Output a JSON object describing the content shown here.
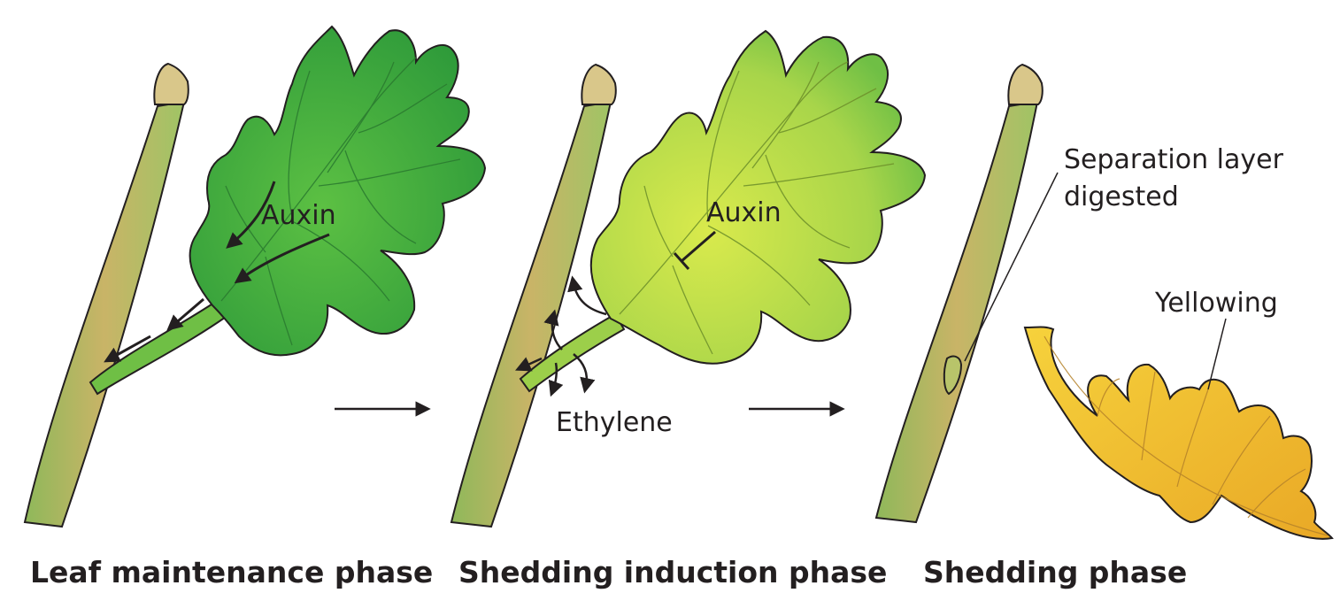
{
  "panels": [
    {
      "caption": "Leaf maintenance phase",
      "labels": [
        "Auxin"
      ],
      "leaf_color": "#3fae3a"
    },
    {
      "caption": "Shedding induction phase",
      "labels": [
        "Auxin",
        "Ethylene"
      ],
      "leaf_color": "#b6d84a"
    },
    {
      "caption": "Shedding phase",
      "labels": [
        "Separation layer",
        "digested",
        "Yellowing"
      ],
      "leaf_color": "#f0c233"
    }
  ],
  "colors": {
    "leaf_green": "#3fae3a",
    "leaf_lime": "#b6d84a",
    "leaf_yellow": "#f0c233",
    "stem": "#a9c96b",
    "stem_core": "#c9a25a",
    "ink": "#231f20"
  }
}
